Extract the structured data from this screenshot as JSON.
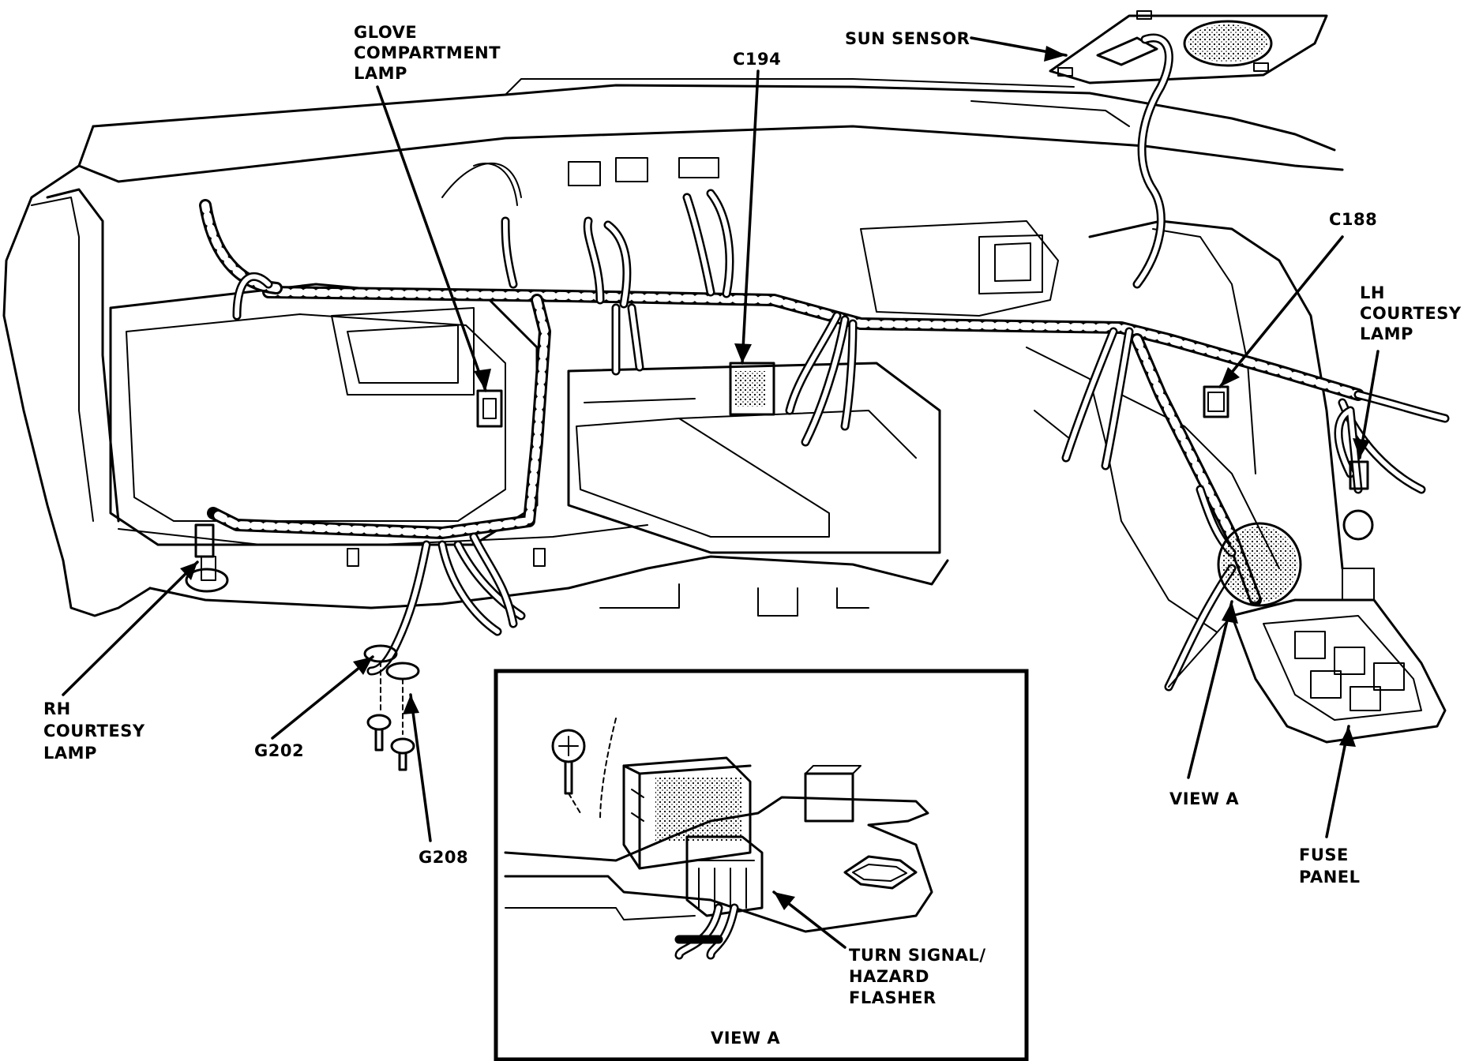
{
  "callouts": {
    "glove_compartment_lamp": [
      "GLOVE",
      "COMPARTMENT",
      "LAMP"
    ],
    "c194": "C194",
    "sun_sensor": "SUN SENSOR",
    "c188": "C188",
    "lh_courtesy_lamp": [
      "LH",
      "COURTESY",
      "LAMP"
    ],
    "rh_courtesy_lamp": [
      "RH",
      "COURTESY",
      "LAMP"
    ],
    "g202": "G202",
    "g208": "G208",
    "view_a": "VIEW A",
    "fuse_panel": [
      "FUSE",
      "PANEL"
    ],
    "turn_signal_hazard_flasher": [
      "TURN SIGNAL/",
      "HAZARD",
      "FLASHER"
    ]
  },
  "inset": {
    "title": "VIEW A"
  }
}
